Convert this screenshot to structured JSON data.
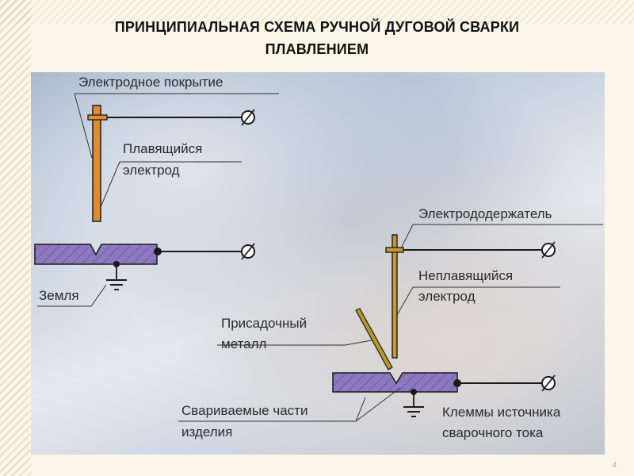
{
  "title": {
    "line1": "ПРИНЦИПИАЛЬНАЯ СХЕМА РУЧНОЙ ДУГОВОЙ СВАРКИ",
    "line2": "ПЛАВЛЕНИЕМ"
  },
  "labels": {
    "electrode_coating": "Электродное покрытие",
    "consumable_electrode_1": "Плавящийся",
    "consumable_electrode_2": "электрод",
    "ground": "Земля",
    "electrode_holder": "Электрододержатель",
    "nonconsumable_electrode_1": "Неплавящийся",
    "nonconsumable_electrode_2": "электрод",
    "filler_metal_1": "Присадочный",
    "filler_metal_2": "металл",
    "welded_parts_1": "Свариваемые части",
    "welded_parts_2": "изделия",
    "terminals_1": "Клеммы  источника",
    "terminals_2": "сварочного тока"
  },
  "colors": {
    "workpiece_fill": "#8e78c0",
    "electrode_orange": "#e08b2c",
    "electrode_tungsten": "#c9962f",
    "filler_rod": "#b89a2c",
    "wire": "#1a1a1a"
  },
  "page_number": "4"
}
